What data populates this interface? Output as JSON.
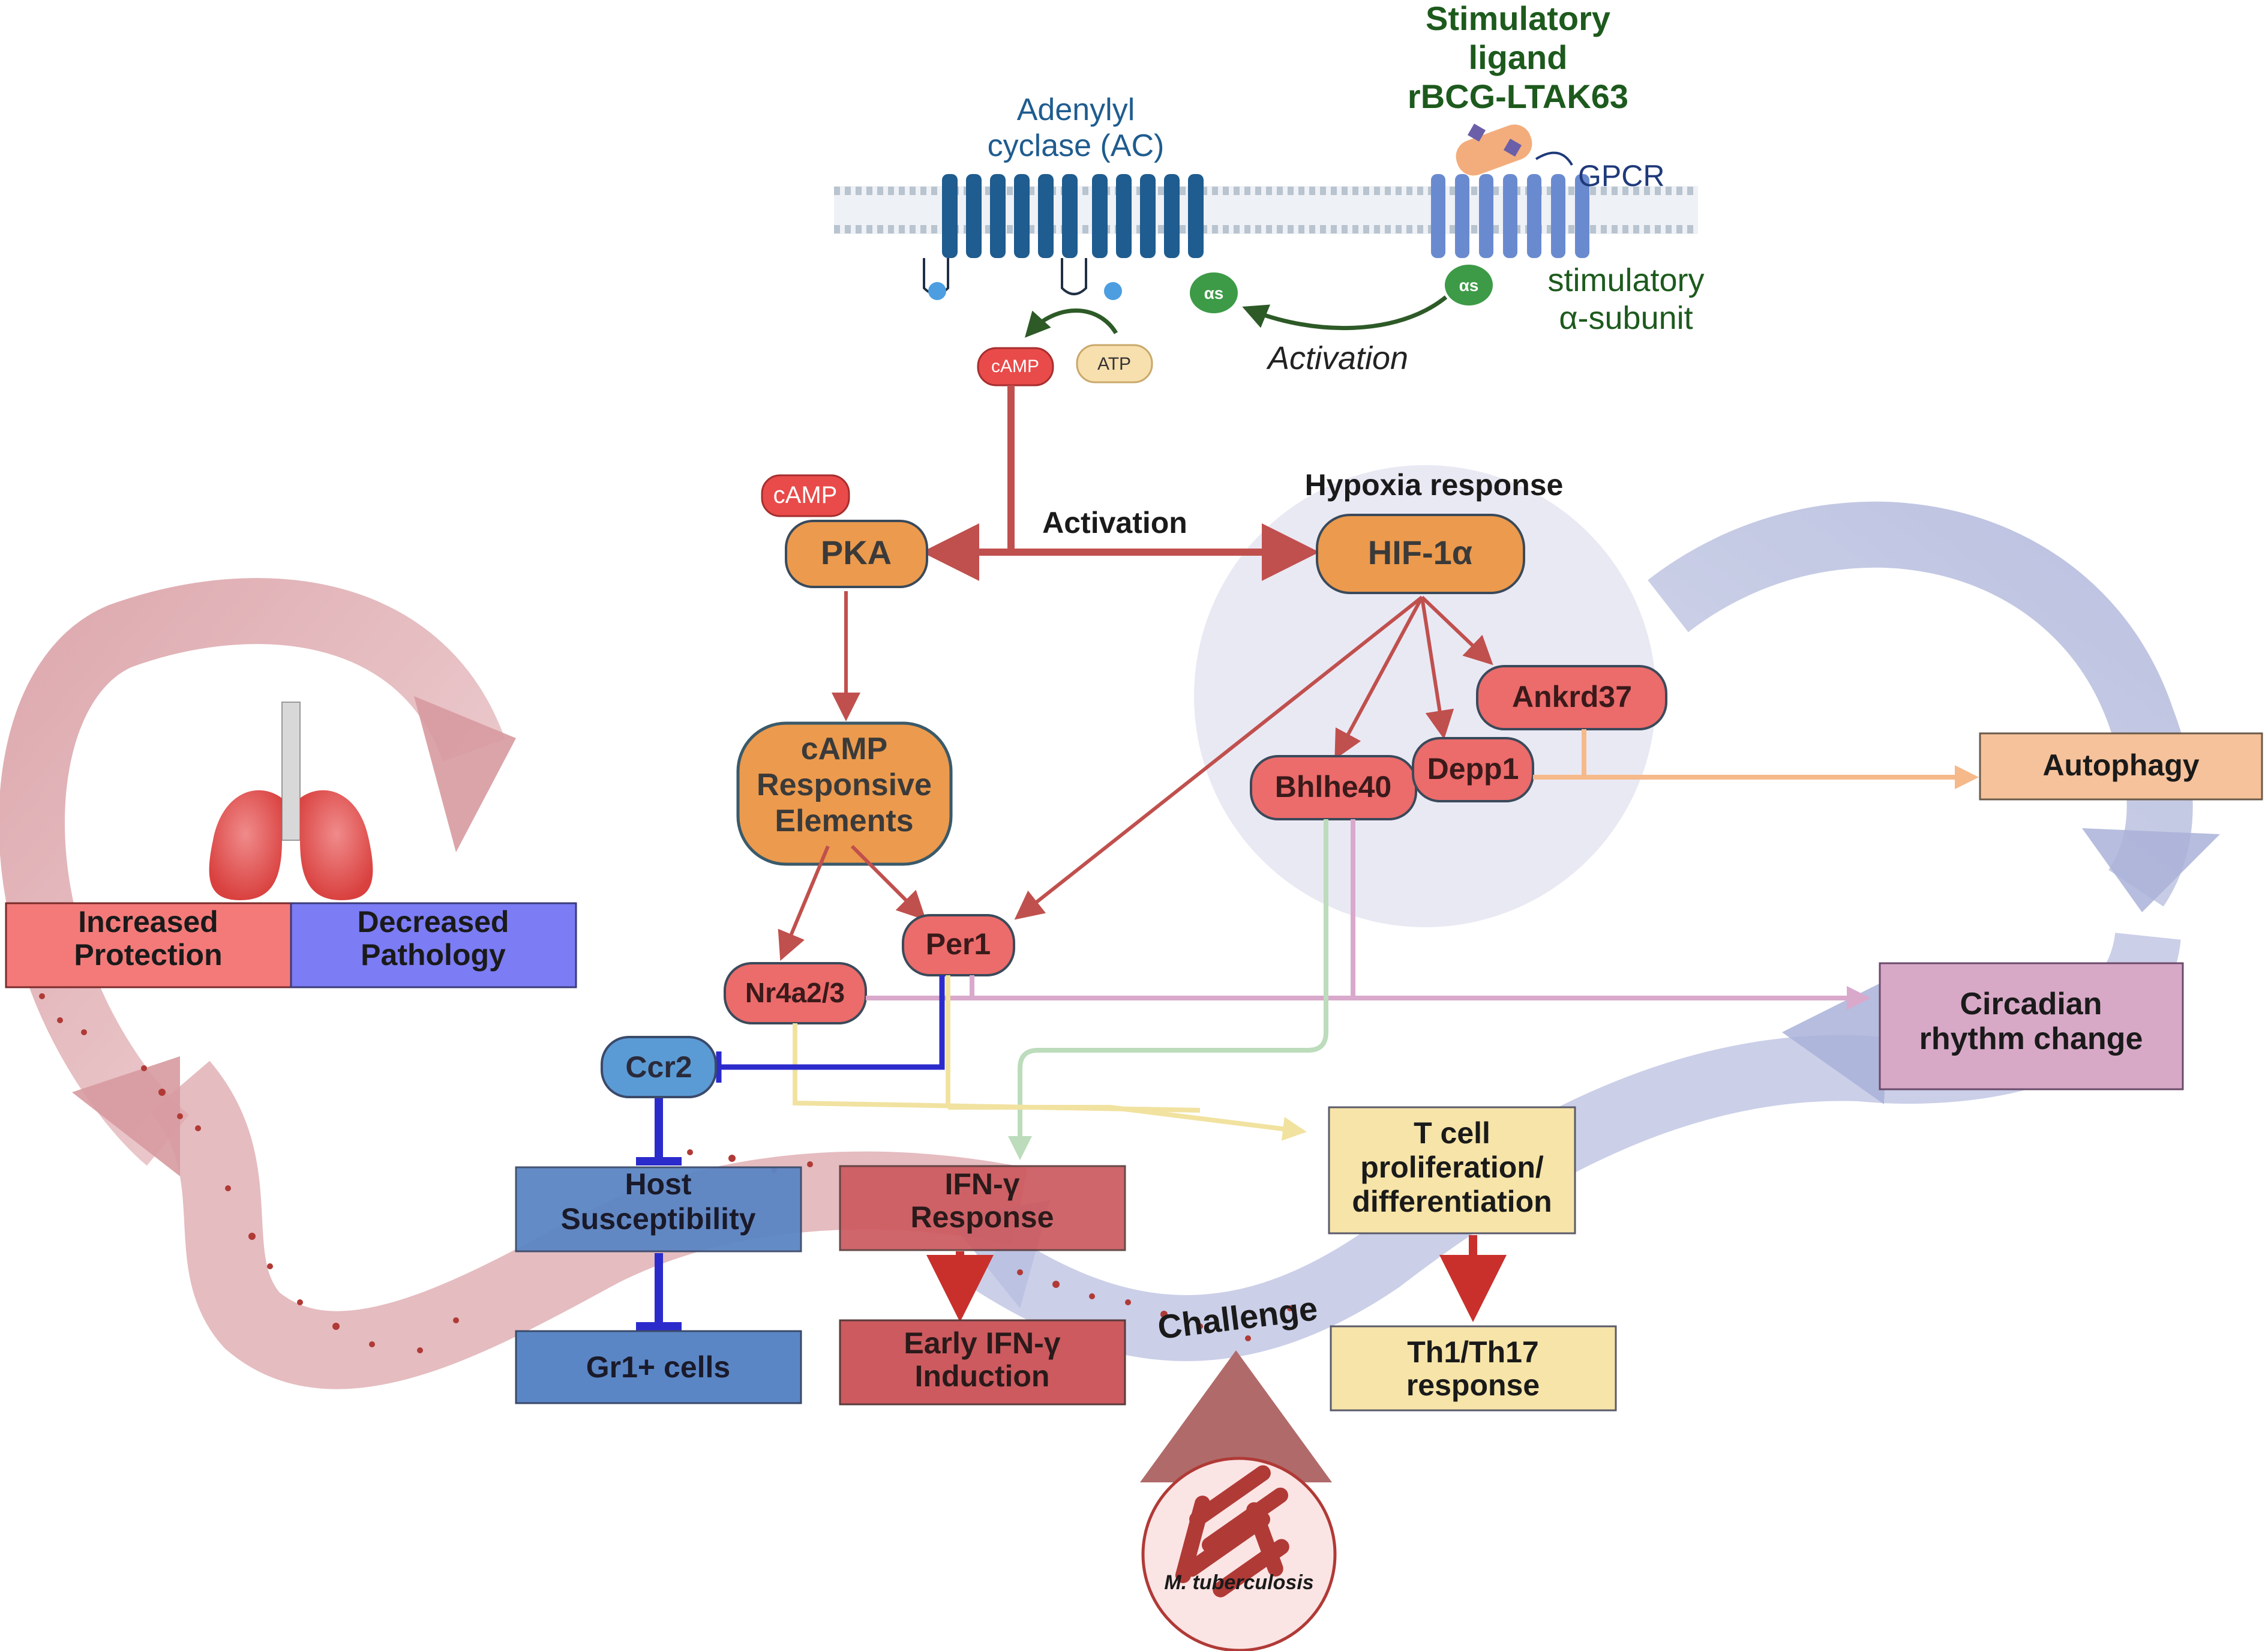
{
  "membrane": {
    "ligand_title": [
      "Stimulatory",
      "ligand",
      "rBCG-LTAK63"
    ],
    "adenylyl_cyclase": [
      "Adenylyl",
      "cyclase (AC)"
    ],
    "gpcr": "GPCR",
    "stim_subunit": [
      "stimulatory",
      "α-subunit"
    ],
    "alpha_s": "αs",
    "camp": "cAMP",
    "atp": "ATP",
    "activation_top": "Activation"
  },
  "pathway": {
    "camp_small": "cAMP",
    "pka": "PKA",
    "activation_mid": "Activation",
    "hypoxia_title": "Hypoxia response",
    "hif": "HIF-1α",
    "cre": [
      "cAMP",
      "Responsive",
      "Elements"
    ],
    "ankrd37": "Ankrd37",
    "bhlhe40": "Bhlhe40",
    "depp1": "Depp1",
    "per1": "Per1",
    "nr4a": "Nr4a2/3",
    "ccr2": "Ccr2"
  },
  "outcomes": {
    "autophagy": "Autophagy",
    "circadian": [
      "Circadian",
      "rhythm change"
    ],
    "tcell": [
      "T cell",
      "proliferation/",
      "differentiation"
    ],
    "th": [
      "Th1/Th17",
      "response"
    ],
    "host": [
      "Host",
      "Susceptibility"
    ],
    "gr1": "Gr1+ cells",
    "ifn_response": [
      "IFN-γ",
      "Response"
    ],
    "ifn_early": [
      "Early IFN-γ",
      "Induction"
    ],
    "increased": [
      "Increased",
      "Protection"
    ],
    "decreased": [
      "Decreased",
      "Pathology"
    ],
    "challenge": "Challenge",
    "mtb": "M. tuberculosis"
  },
  "colors": {
    "membrane_blue": "#1f5c8f",
    "ligand_green": "#1d5a1d",
    "pathway_red": "#c0504d",
    "node_orange": "#ec9a4d",
    "node_salmon": "#ec6b6b",
    "host_blue": "#5b86c5",
    "tcell_yellow": "#f6e4a8",
    "circadian_purple": "#d8a9c7",
    "autophagy_peach": "#f6c29b"
  }
}
